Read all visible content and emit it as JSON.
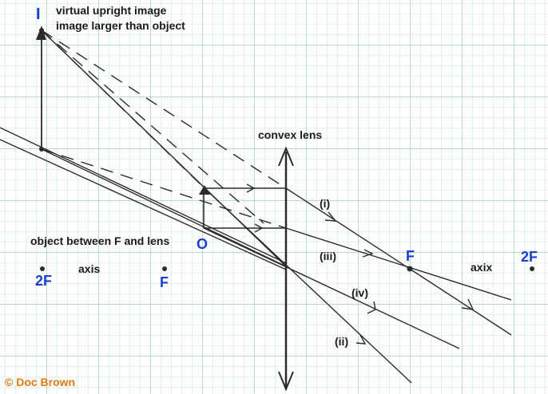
{
  "labels": {
    "image_letter": "I",
    "image_desc_1": "virtual upright image",
    "image_desc_2": "image larger than object",
    "lens_label": "convex lens",
    "object_desc": "object between F and lens",
    "object_letter": "O",
    "left_2f": "2F",
    "left_f": "F",
    "left_axis": "axis",
    "right_f": "F",
    "right_axis": "axix",
    "right_2f": "2F",
    "ray_i": "(i)",
    "ray_ii": "(ii)",
    "ray_iii": "(iii)",
    "ray_iv": "(iv)",
    "copyright": "© Doc Brown"
  },
  "colors": {
    "grid": "#a6d8b4",
    "label_blue": "#1a3fd0",
    "ink": "#2b2b2b",
    "copyright": "#e07a10"
  }
}
